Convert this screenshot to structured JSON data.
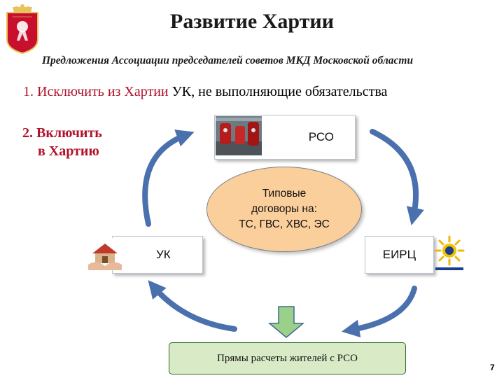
{
  "slide": {
    "title": "Развитие Хартии",
    "subtitle": "Предложения Ассоциации председателей советов МКД Московской области",
    "item1_red": "1. Исключить из  Хартии",
    "item1_rest": " УК, не выполняющие обязательства",
    "item2_line1": "2. Включить",
    "item2_line2": "в Хартию",
    "page_number": "7"
  },
  "diagram": {
    "rso_label": "РСО",
    "uk_label": "УК",
    "eirc_label": "ЕИРЦ",
    "center_line1": "Типовые",
    "center_line2": "договоры на:",
    "center_line3": "ТС, ГВС, ХВС, ЭС",
    "bottom_label": "Прямы расчеты жителей с РСО"
  },
  "colors": {
    "title_red": "#b0122a",
    "arrow_blue": "#4a70ad",
    "ellipse_fill": "#fbcf9b",
    "bottom_fill": "#d8ebc6",
    "down_arrow_fill": "#9bd08b"
  },
  "icons": {
    "emblem": "moscow-oblast-coat-of-arms-icon",
    "rso_photo": "boiler-room-photo-icon",
    "uk_photo": "house-in-hands-photo-icon",
    "eirc_logo": "sun-logo-icon"
  }
}
